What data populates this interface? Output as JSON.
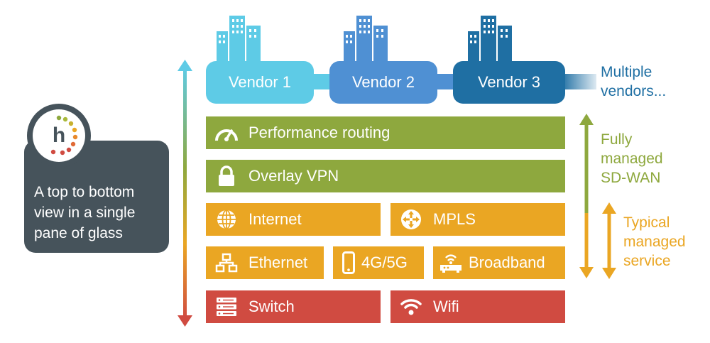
{
  "vendors": [
    "Vendor 1",
    "Vendor 2",
    "Vendor 3"
  ],
  "vendors_note_line1": "Multiple",
  "vendors_note_line2": "vendors...",
  "layers": {
    "performance_routing": "Performance routing",
    "overlay_vpn": "Overlay VPN",
    "internet": "Internet",
    "mpls": "MPLS",
    "ethernet": "Ethernet",
    "cellular": "4G/5G",
    "broadband": "Broadband",
    "switch": "Switch",
    "wifi": "Wifi"
  },
  "sdwan_note": [
    "Fully",
    "managed",
    "SD-WAN"
  ],
  "service_note": [
    "Typical",
    "managed",
    "service"
  ],
  "card": {
    "logo_letter": "h",
    "lines": [
      "A top to bottom",
      "view in a single",
      "pane of glass"
    ]
  },
  "colors": {
    "green": "#8ea83e",
    "orange": "#eaa623",
    "red": "#d04b41",
    "vendor1": "#5ecbe6",
    "vendor2": "#4f90d3",
    "vendor3": "#1f6fa3",
    "vendor_text": "#1f6fa3",
    "card": "#46535b"
  },
  "icons": [
    "building-icon",
    "speedometer-icon",
    "lock-icon",
    "globe-icon",
    "router-icon",
    "network-icon",
    "phone-icon",
    "modem-icon",
    "server-icon",
    "wifi-icon",
    "double-arrow-icon"
  ]
}
